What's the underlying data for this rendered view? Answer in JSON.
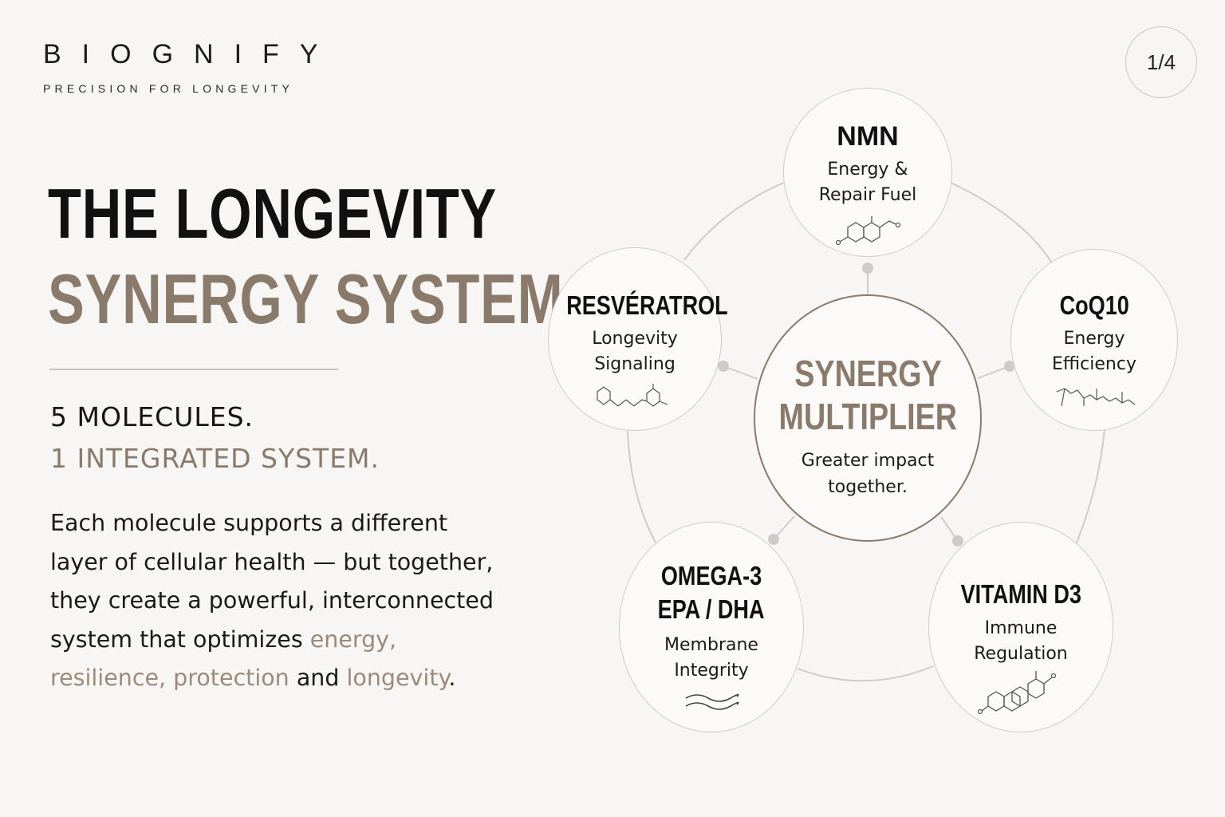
{
  "brand": {
    "name": "BIOGNIFY",
    "tagline": "PRECISION FOR LONGEVITY"
  },
  "page_indicator": "1/4",
  "headline": {
    "line1": "THE LONGEVITY",
    "line2": "SYNERGY SYSTEM"
  },
  "subheadline": {
    "line1": "5 MOLECULES.",
    "line2": "1 INTEGRATED SYSTEM."
  },
  "body": {
    "intro": "Each molecule supports a different layer of cellular health — but together, they create a powerful, interconnected system that optimizes ",
    "kw1": "energy,",
    "kw2": "resilience,",
    "kw3": "protection",
    "conj": "and",
    "kw4": "longevity",
    "end": "."
  },
  "diagram": {
    "center": {
      "title_line1": "SYNERGY",
      "title_line2": "MULTIPLIER",
      "subtitle": "Greater impact together."
    },
    "nodes": [
      {
        "id": "nmn",
        "title": "NMN",
        "subtitle": "Energy & Repair Fuel",
        "icon": "molecule-structure-icon"
      },
      {
        "id": "coq10",
        "title": "CoQ10",
        "subtitle": "Energy Efficiency",
        "icon": "molecule-structure-icon"
      },
      {
        "id": "vitamin-d3",
        "title": "VITAMIN D3",
        "subtitle": "Immune Regulation",
        "icon": "steroid-structure-icon"
      },
      {
        "id": "omega-3",
        "title_line1": "OMEGA-3",
        "title_line2": "EPA / DHA",
        "subtitle": "Membrane Integrity",
        "icon": "wave-lines-icon"
      },
      {
        "id": "resveratrol",
        "title": "RESVÉRATROL",
        "subtitle": "Longevity Signaling",
        "icon": "molecule-structure-icon"
      }
    ]
  },
  "colors": {
    "accent": "#8a7a6c",
    "accent_light": "#9c8a7a",
    "text": "#1a1a1a",
    "background": "#f7f6f4",
    "line": "#cfccc8"
  }
}
